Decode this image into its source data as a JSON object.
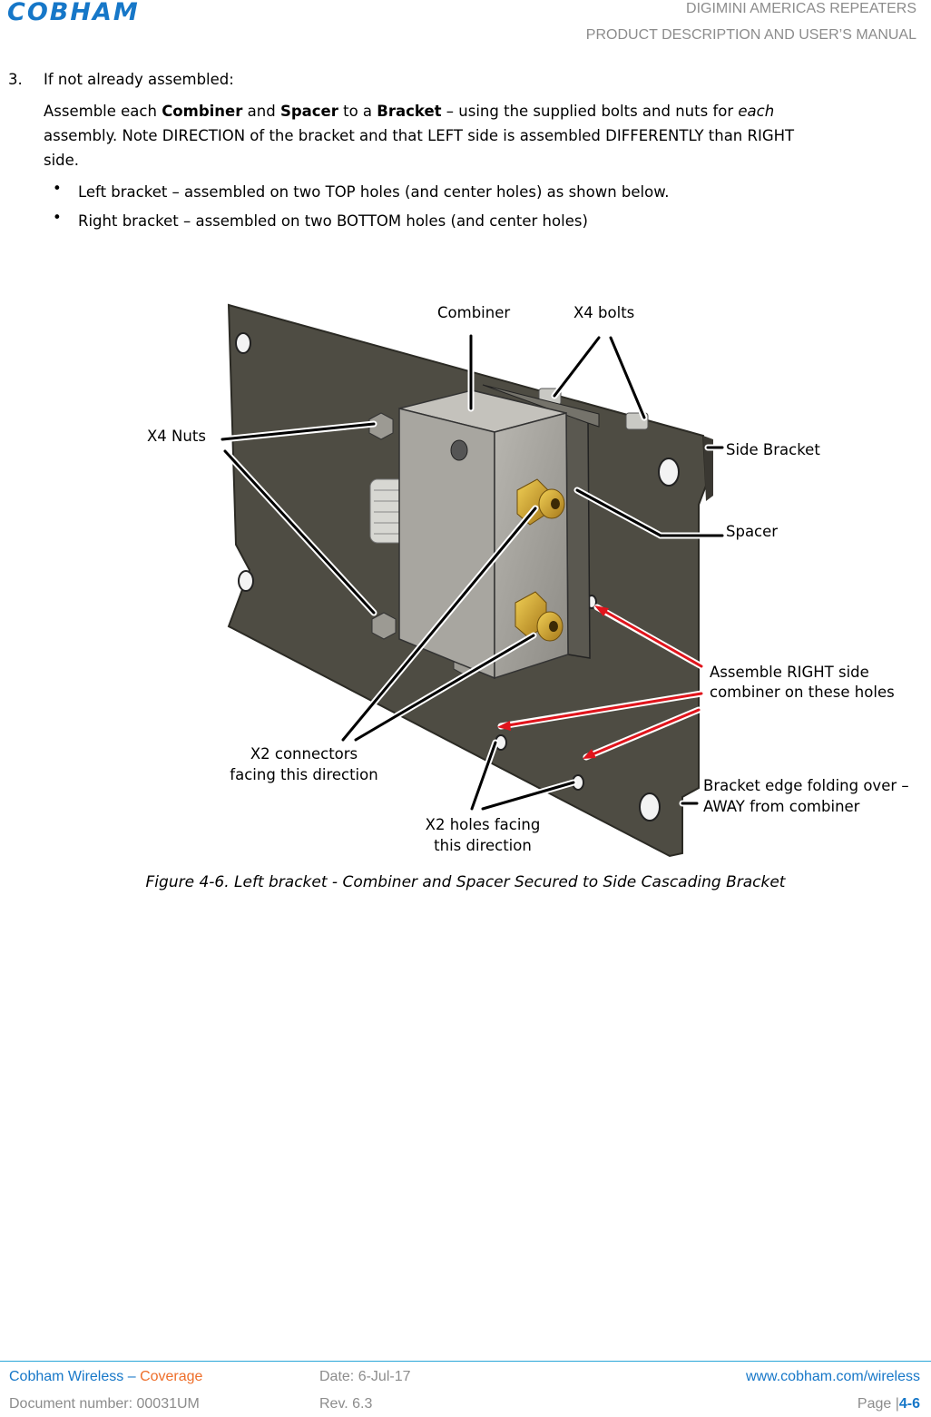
{
  "header": {
    "logo_text": "COBHAM",
    "title_line1": "DIGIMINI AMERICAS REPEATERS",
    "title_line2": "PRODUCT DESCRIPTION AND USER’S MANUAL"
  },
  "content": {
    "step_number": "3.",
    "step_title": "If not already assembled:",
    "paragraph": {
      "t1": "Assemble each ",
      "b1": "Combiner",
      "t2": " and ",
      "b2": "Spacer",
      "t3": " to a ",
      "b3": "Bracket",
      "t4": " – using the supplied bolts and nuts for ",
      "i1": "each",
      "line2": "assembly.  Note DIRECTION of the bracket and that LEFT side is assembled DIFFERENTLY than RIGHT",
      "line3": "side."
    },
    "bullets": [
      "Left bracket – assembled on two TOP holes (and center holes) as shown below.",
      "Right bracket – assembled on two BOTTOM holes (and center holes)"
    ]
  },
  "figure": {
    "labels": {
      "combiner": "Combiner",
      "x4_bolts": "X4 bolts",
      "x4_nuts": "X4 Nuts",
      "side_bracket": "Side Bracket",
      "spacer": "Spacer",
      "assemble_right_1": "Assemble RIGHT side",
      "assemble_right_2": "combiner on these holes",
      "x2_connectors_1": "X2 connectors",
      "x2_connectors_2": "facing this direction",
      "bracket_edge_1": "Bracket edge folding over –",
      "bracket_edge_2": "AWAY from combiner",
      "x2_holes_1": "X2 holes facing",
      "x2_holes_2": "this direction"
    },
    "caption": "Figure 4-6. Left bracket - Combiner and Spacer Secured to Side Cascading Bracket"
  },
  "footer": {
    "company": "Cobham Wireless",
    "dash": " – ",
    "division": "Coverage",
    "date": "Date: 6-Jul-17",
    "website": "www.cobham.com/wireless",
    "doc_number": "Document number: 00031UM",
    "revision": "Rev. 6.3",
    "page_prefix": "Page |",
    "page_number": "4-6"
  },
  "colors": {
    "brand_blue": "#1677c8",
    "accent_orange": "#ee6e2a",
    "header_gray": "#8c8c8c",
    "bracket": "#4e4c43"
  }
}
